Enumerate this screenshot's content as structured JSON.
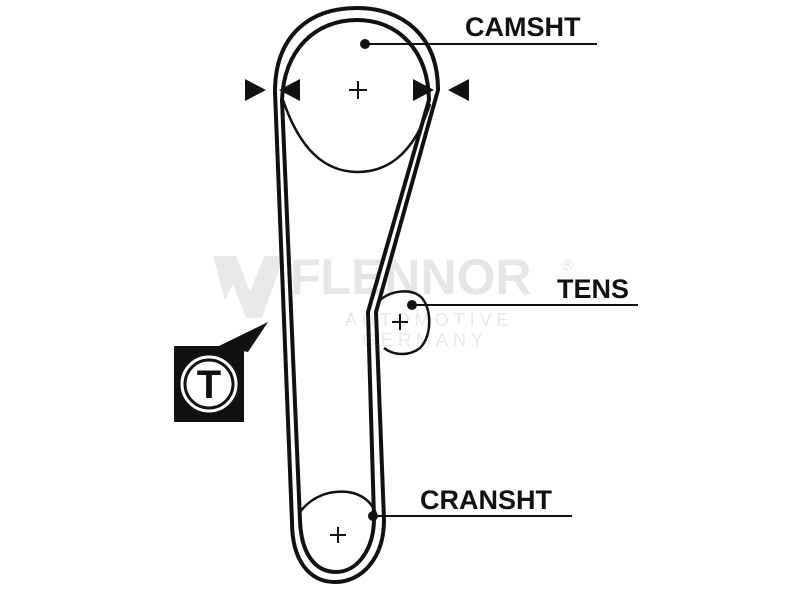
{
  "diagram": {
    "labels": {
      "camshaft": "CAMSHT",
      "tensioner": "TENS",
      "crankshaft": "CRANSHT"
    },
    "symbol_letter": "T",
    "watermark": {
      "brand": "FLENNOR",
      "line1": "AUTOMOTIVE",
      "line2": "GERMANY",
      "registered": "®"
    },
    "colors": {
      "ink": "#111111",
      "background": "#ffffff",
      "watermark": "#e6e6e6"
    }
  }
}
